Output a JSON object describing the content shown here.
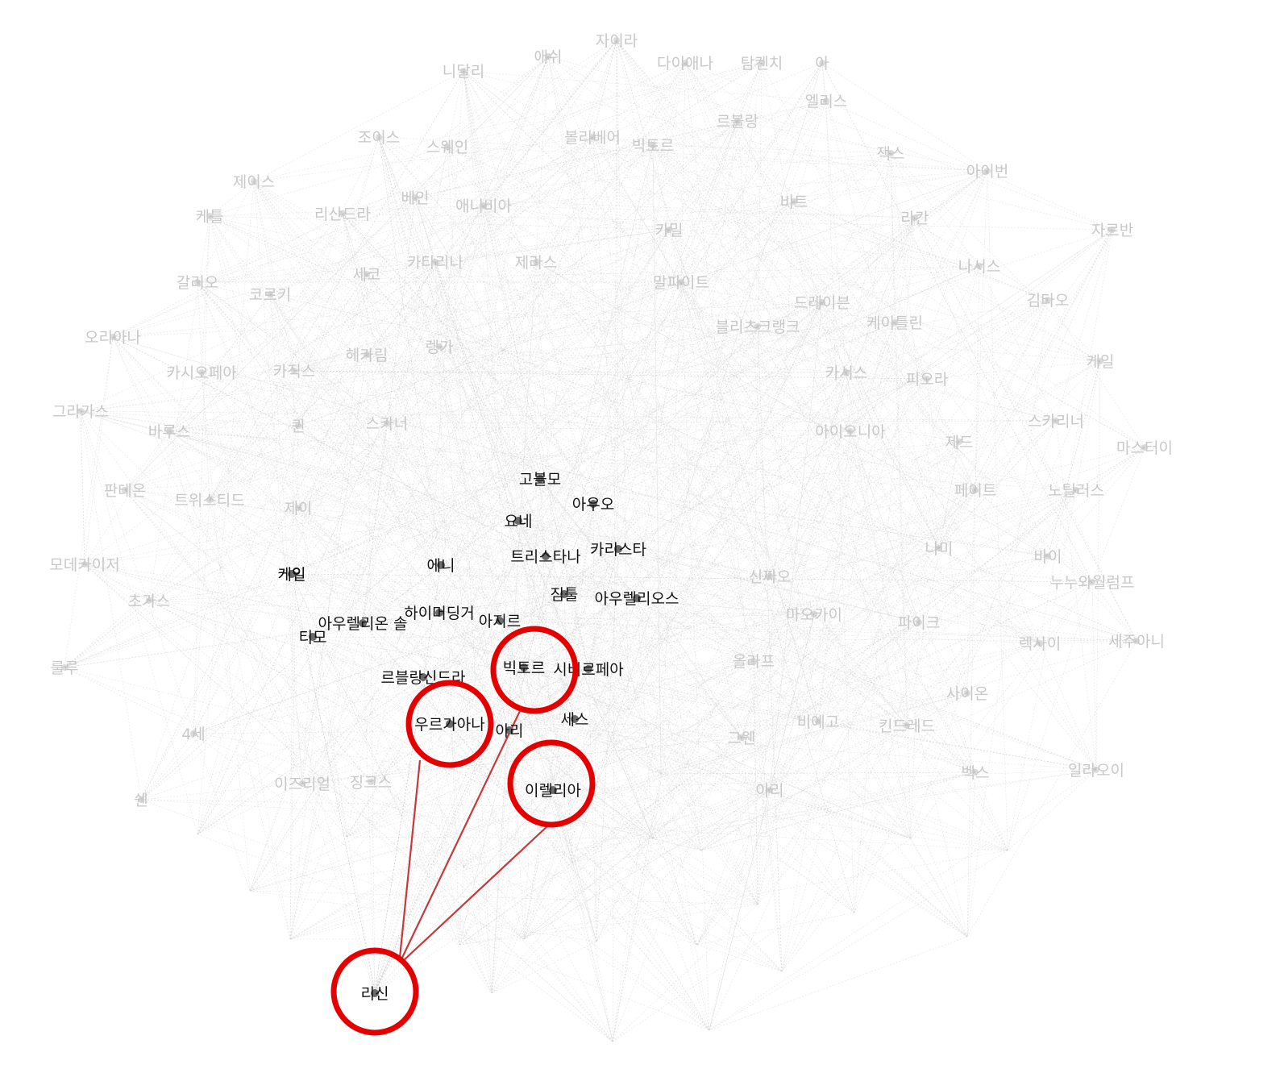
{
  "colors": {
    "highlight_ring": "#e50000",
    "highlight_edge": "#c43a3a",
    "faint_label": "#c8c8c8",
    "dark_label": "#111111",
    "faint_edge": "#cfcfcf"
  },
  "nodes": {
    "faint": [
      "자이라",
      "애쉬",
      "니달리",
      "다이애나",
      "탐켄치",
      "아",
      "엘리스",
      "르블랑",
      "조이스",
      "스웨인",
      "볼리베어",
      "빅토르",
      "제이스",
      "베인",
      "애니비아",
      "잭스",
      "아이번",
      "비트",
      "라칸",
      "리산드라",
      "케틀",
      "자르반",
      "카밀",
      "카타리나",
      "세코",
      "제라스",
      "나서스",
      "말파이트",
      "갈리오",
      "코르키",
      "드레이븐",
      "케이틀린",
      "김타오",
      "블리츠크랭크",
      "오리아나",
      "렝가",
      "헤카림",
      "카시오페아",
      "카서스",
      "케일",
      "피오라",
      "카직스",
      "그라가스",
      "바루스",
      "퀸",
      "제드",
      "마스터이",
      "스카너",
      "스카리너",
      "아이오니아",
      "판테온",
      "트위스티드",
      "페이트",
      "노틸러스",
      "제이",
      "나미",
      "바이",
      "모데카이저",
      "누누와월럼프",
      "세주아니",
      "렉사이",
      "신짜오",
      "초가스",
      "마오카이",
      "파이크",
      "룰루",
      "사이온",
      "올라프",
      "킨드레드",
      "비에고",
      "그웬",
      "4세",
      "벡스",
      "일라오이",
      "쉔",
      "아리",
      "이즈리얼",
      "징크스"
    ],
    "dark": [
      "고블모",
      "아우오",
      "요네",
      "케일",
      "에니",
      "트리스타나",
      "카리스타",
      "짐툴",
      "아우렐리오스",
      "케인",
      "아우렐리온 솔",
      "하이머딩거",
      "아지르",
      "티모",
      "르블랑신드라",
      "빅토르",
      "시비르페아",
      "우르가아나",
      "세스",
      "이렐리아",
      "아리",
      "리신"
    ],
    "highlighted": [
      "리신",
      "우르가아나",
      "빅토르",
      "이렐리아"
    ]
  }
}
